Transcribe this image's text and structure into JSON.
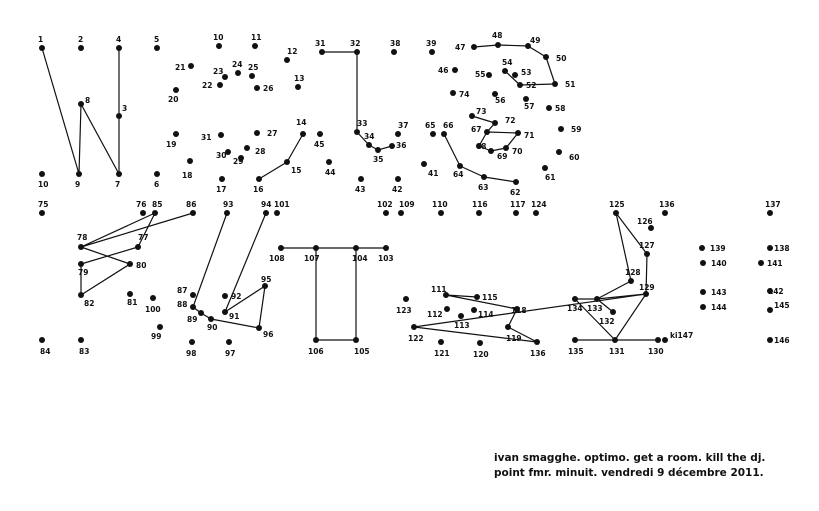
{
  "puzzle": {
    "ink_color": "#111111",
    "background_color": "#ffffff"
  },
  "dots": [
    {
      "label": "1"
    },
    {
      "label": "2"
    },
    {
      "label": "4"
    },
    {
      "label": "5"
    },
    {
      "label": "3"
    },
    {
      "label": "8"
    },
    {
      "label": "10"
    },
    {
      "label": "9"
    },
    {
      "label": "7"
    },
    {
      "label": "6"
    },
    {
      "label": "10"
    },
    {
      "label": "11"
    },
    {
      "label": "12"
    },
    {
      "label": "21"
    },
    {
      "label": "23"
    },
    {
      "label": "24"
    },
    {
      "label": "25"
    },
    {
      "label": "22"
    },
    {
      "label": "26"
    },
    {
      "label": "20"
    },
    {
      "label": "13"
    },
    {
      "label": "19"
    },
    {
      "label": "31"
    },
    {
      "label": "27"
    },
    {
      "label": "30"
    },
    {
      "label": "28"
    },
    {
      "label": "29"
    },
    {
      "label": "14"
    },
    {
      "label": "18"
    },
    {
      "label": "17"
    },
    {
      "label": "16"
    },
    {
      "label": "15"
    },
    {
      "label": "31"
    },
    {
      "label": "32"
    },
    {
      "label": "38"
    },
    {
      "label": "33"
    },
    {
      "label": "34"
    },
    {
      "label": "37"
    },
    {
      "label": "45"
    },
    {
      "label": "36"
    },
    {
      "label": "35"
    },
    {
      "label": "44"
    },
    {
      "label": "43"
    },
    {
      "label": "42"
    },
    {
      "label": "39"
    },
    {
      "label": "47"
    },
    {
      "label": "48"
    },
    {
      "label": "49"
    },
    {
      "label": "50"
    },
    {
      "label": "46"
    },
    {
      "label": "54"
    },
    {
      "label": "55"
    },
    {
      "label": "53"
    },
    {
      "label": "52"
    },
    {
      "label": "51"
    },
    {
      "label": "74"
    },
    {
      "label": "56"
    },
    {
      "label": "57"
    },
    {
      "label": "58"
    },
    {
      "label": "73"
    },
    {
      "label": "72"
    },
    {
      "label": "65"
    },
    {
      "label": "66"
    },
    {
      "label": "67"
    },
    {
      "label": "71"
    },
    {
      "label": "59"
    },
    {
      "label": "68"
    },
    {
      "label": "69"
    },
    {
      "label": "70"
    },
    {
      "label": "60"
    },
    {
      "label": "41"
    },
    {
      "label": "64"
    },
    {
      "label": "61"
    },
    {
      "label": "63"
    },
    {
      "label": "62"
    },
    {
      "label": "75"
    },
    {
      "label": "76"
    },
    {
      "label": "85"
    },
    {
      "label": "78"
    },
    {
      "label": "77"
    },
    {
      "label": "79"
    },
    {
      "label": "80"
    },
    {
      "label": "82"
    },
    {
      "label": "81"
    },
    {
      "label": "100"
    },
    {
      "label": "99"
    },
    {
      "label": "84"
    },
    {
      "label": "83"
    },
    {
      "label": "86"
    },
    {
      "label": "93"
    },
    {
      "label": "94"
    },
    {
      "label": "101"
    },
    {
      "label": "87"
    },
    {
      "label": "88"
    },
    {
      "label": "92"
    },
    {
      "label": "89"
    },
    {
      "label": "91"
    },
    {
      "label": "90"
    },
    {
      "label": "95"
    },
    {
      "label": "96"
    },
    {
      "label": "98"
    },
    {
      "label": "97"
    },
    {
      "label": "102"
    },
    {
      "label": "109"
    },
    {
      "label": "108"
    },
    {
      "label": "107"
    },
    {
      "label": "104"
    },
    {
      "label": "103"
    },
    {
      "label": "106"
    },
    {
      "label": "105"
    },
    {
      "label": "110"
    },
    {
      "label": "116"
    },
    {
      "label": "117"
    },
    {
      "label": "124"
    },
    {
      "label": "111"
    },
    {
      "label": "115"
    },
    {
      "label": "112"
    },
    {
      "label": "114"
    },
    {
      "label": "118"
    },
    {
      "label": "113"
    },
    {
      "label": "123"
    },
    {
      "label": "122"
    },
    {
      "label": "119"
    },
    {
      "label": "121"
    },
    {
      "label": "120"
    },
    {
      "label": "136"
    },
    {
      "label": "125"
    },
    {
      "label": "126"
    },
    {
      "label": "127"
    },
    {
      "label": "128"
    },
    {
      "label": "129"
    },
    {
      "label": "134"
    },
    {
      "label": "133"
    },
    {
      "label": "132"
    },
    {
      "label": "135"
    },
    {
      "label": "131"
    },
    {
      "label": "130"
    },
    {
      "label": "136"
    },
    {
      "label": "137"
    },
    {
      "label": "139"
    },
    {
      "label": "138"
    },
    {
      "label": "140"
    },
    {
      "label": "141"
    },
    {
      "label": "143"
    },
    {
      "label": "142"
    },
    {
      "label": "144"
    },
    {
      "label": "145"
    },
    {
      "label": "ki147"
    },
    {
      "label": "146"
    }
  ],
  "caption": {
    "line1": "ivan smagghe. optimo. get a room. kill the dj.",
    "line2": "point fmr. minuit. vendredi 9 décembre 2011."
  }
}
